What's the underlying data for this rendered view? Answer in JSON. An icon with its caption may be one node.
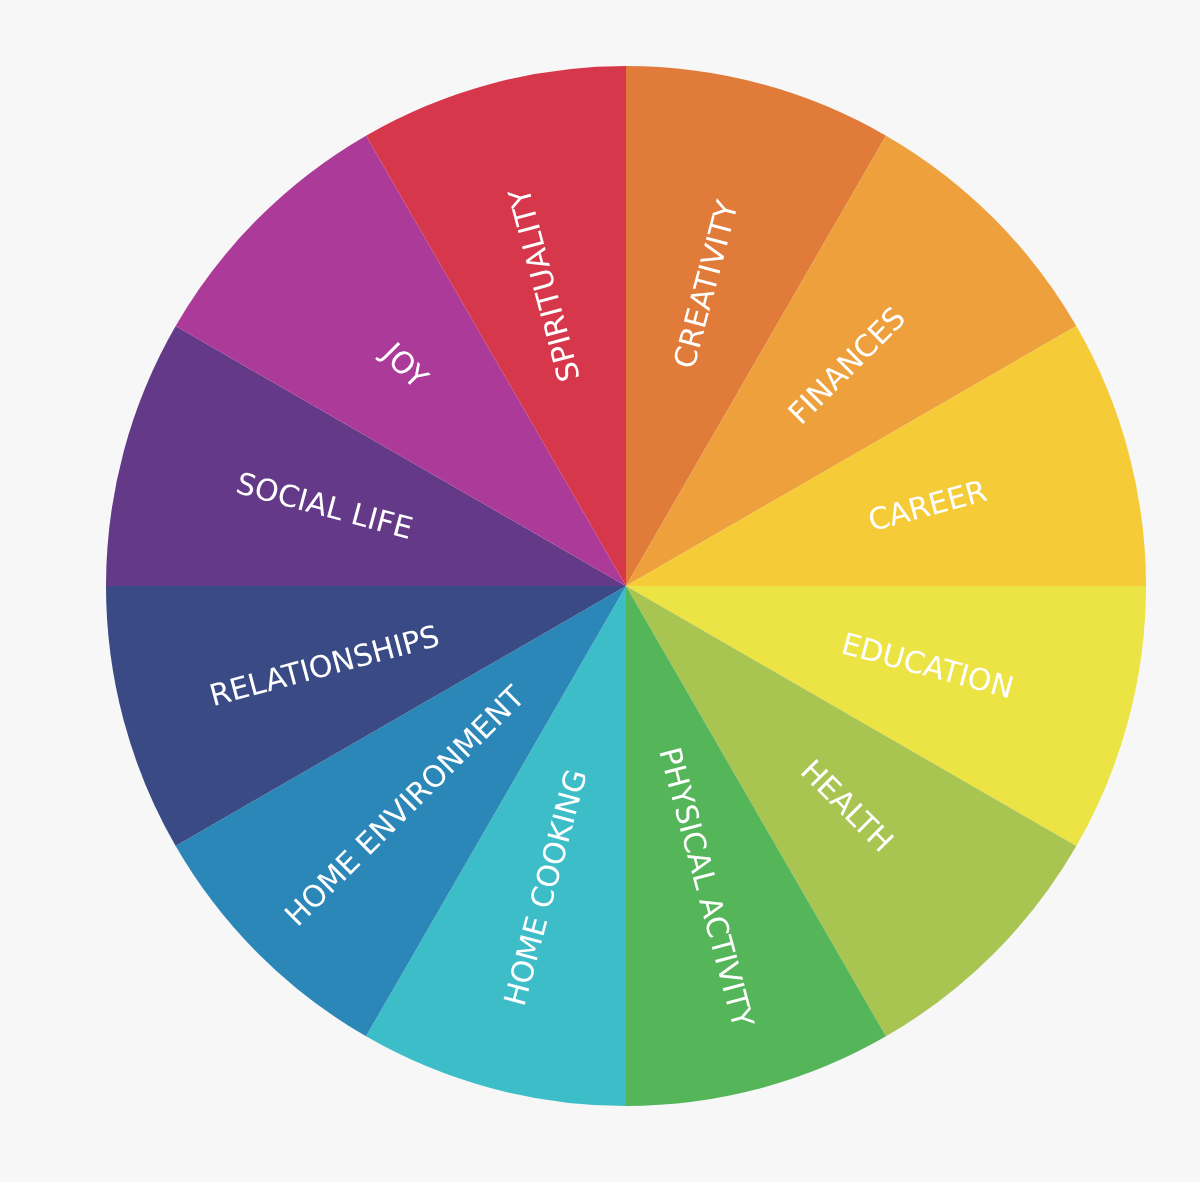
{
  "diagram": {
    "nodes": [
      {
        "text": [
          "CREATIVITY"
        ]
      },
      {
        "text": [
          "FINANCES"
        ]
      },
      {
        "text": [
          "CAREER"
        ]
      },
      {
        "text": [
          "EDUCATION"
        ]
      },
      {
        "text": [
          "HEALTH"
        ]
      },
      {
        "text": [
          "PHYSICAL ACTIVITY"
        ]
      },
      {
        "text": [
          "HOME COOKING"
        ]
      },
      {
        "text": [
          "HOME ENVIRONMENT"
        ]
      },
      {
        "text": [
          "RELATIONSHIPS"
        ]
      },
      {
        "text": [
          "SOCIAL LIFE"
        ]
      },
      {
        "text": [
          "JOY"
        ]
      },
      {
        "text": [
          "SPIRITUALITY"
        ]
      }
    ]
  }
}
